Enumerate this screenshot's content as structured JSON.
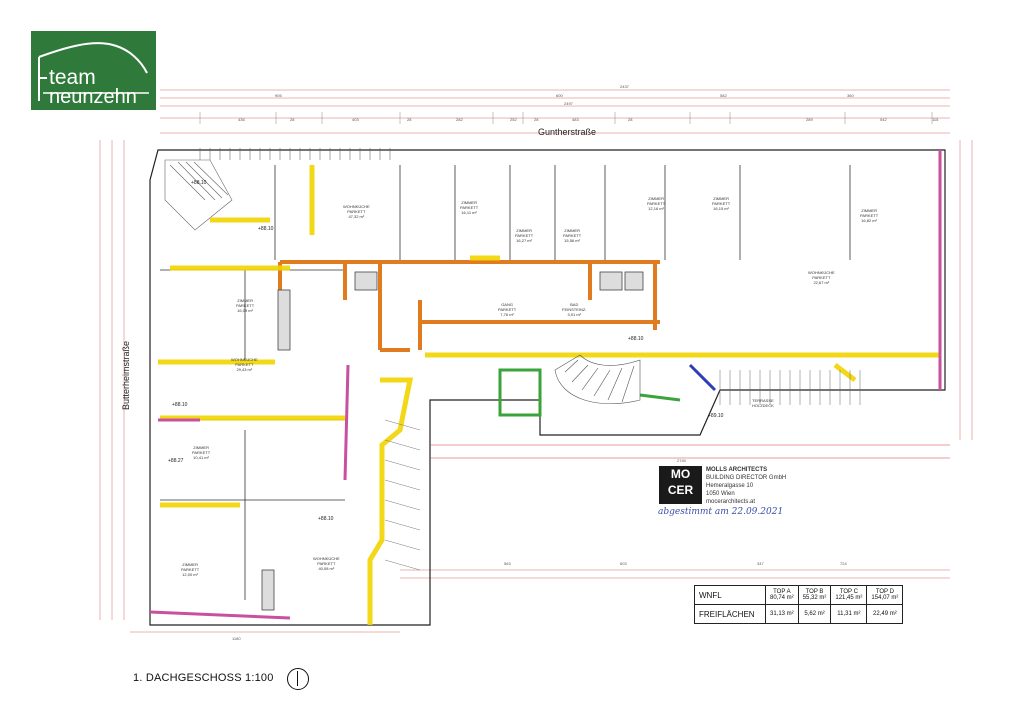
{
  "logo": {
    "line1": "team",
    "line2": "neunzehn",
    "color": "#2f7a3a"
  },
  "drawing": {
    "title": "1. DACHGESCHOSS 1:100",
    "streets": {
      "top": "Guntherstraße",
      "left": "Butterheimstraße"
    },
    "architect": {
      "logo_top": "MO",
      "logo_bottom": "CER",
      "lines": [
        "MOLLS ARCHITECTS",
        "BUILDING DIRECTOR GmbH",
        "Hemeralgasse 10",
        "1050 Wien",
        "mocerarchitects.at"
      ],
      "signature": "abgestimmt am 22.09.2021"
    },
    "top_dimensions": [
      "2437",
      "2497",
      "905",
      "600",
      "582",
      "360",
      "436",
      "28",
      "403",
      "28",
      "282",
      "252",
      "28",
      "483",
      "28",
      "289",
      "042",
      "115"
    ],
    "bottom_dimensions": [
      "2740",
      "1180",
      "563",
      "603",
      "347",
      "724"
    ],
    "levels": [
      "+88.10",
      "+88.10",
      "+88.10",
      "+88.27",
      "+88.10",
      "+89.10",
      "+88.10"
    ],
    "rooms": [
      {
        "name": "WOHNKÜCHE",
        "sub": "PARKETT",
        "area": "47,32 m²"
      },
      {
        "name": "ZIMMER",
        "sub": "PARKETT",
        "area": "16,11 m²"
      },
      {
        "name": "ZIMMER",
        "sub": "PARKETT",
        "area": "16,27 m²"
      },
      {
        "name": "ZIMMER",
        "sub": "PARKETT",
        "area": "15,56 m²"
      },
      {
        "name": "ZIMMER",
        "sub": "PARKETT",
        "area": "12,16 m²"
      },
      {
        "name": "ZIMMER",
        "sub": "PARKETT",
        "area": "16,15 m²"
      },
      {
        "name": "ZIMMER",
        "sub": "PARKETT",
        "area": "16,82 m²"
      },
      {
        "name": "WOHNKÜCHE",
        "sub": "PARKETT",
        "area": "22,67 m²"
      },
      {
        "name": "GANG",
        "sub": "PARKETT",
        "area": "7,76 m²"
      },
      {
        "name": "BAD",
        "sub": "FEINSTEINZ.",
        "area": "3,91 m²"
      },
      {
        "name": "ZIMMER",
        "sub": "PARKETT",
        "area": "16,09 m²"
      },
      {
        "name": "WOHNKÜCHE",
        "sub": "PARKETT",
        "area": "29,43 m²"
      },
      {
        "name": "ZIMMER",
        "sub": "PARKETT",
        "area": "10,41 m²"
      },
      {
        "name": "WOHNKÜCHE",
        "sub": "PARKETT",
        "area": "40,08 m²"
      },
      {
        "name": "ZIMMER",
        "sub": "PARKETT",
        "area": "12,00 m²"
      },
      {
        "name": "TERRASSE",
        "sub": "HOLZDECK",
        "area": ""
      }
    ],
    "area_table": {
      "row1_label": "WNFL",
      "row2_label": "FREIFLÄCHEN",
      "units": [
        {
          "name": "TOP A",
          "wnfl": "80,74 m²",
          "frei": "31,13 m²"
        },
        {
          "name": "TOP B",
          "wnfl": "55,32 m²",
          "frei": "5,62 m²"
        },
        {
          "name": "TOP C",
          "wnfl": "121,45 m²",
          "frei": "11,31 m²"
        },
        {
          "name": "TOP D",
          "wnfl": "154,07 m²",
          "frei": "22,49 m²"
        }
      ]
    }
  },
  "colors": {
    "wall_orange": "#e07b1f",
    "yellow": "#f2d400",
    "pink": "#c8509e",
    "green": "#3aa33a",
    "blue": "#2e3fb5",
    "grid_red": "#d23a3a"
  }
}
